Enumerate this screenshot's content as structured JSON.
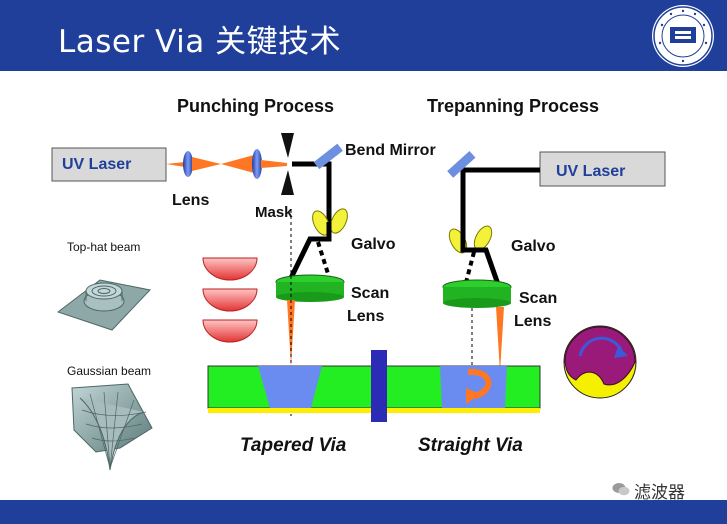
{
  "header": {
    "title": "Laser Via 关键技术"
  },
  "diagram": {
    "punching_title": "Punching Process",
    "trepanning_title": "Trepanning Process",
    "bend_mirror": "Bend Mirror",
    "uv_laser_left": "UV Laser",
    "uv_laser_right": "UV Laser",
    "lens": "Lens",
    "mask": "Mask",
    "galvo_left": "Galvo",
    "galvo_right": "Galvo",
    "scan_lens_left_1": "Scan",
    "scan_lens_left_2": "Lens",
    "scan_lens_right_1": "Scan",
    "scan_lens_right_2": "Lens",
    "tophat_label": "Top-hat beam",
    "gaussian_label": "Gaussian beam",
    "tapered_via": "Tapered Via",
    "straight_via": "Straight Via"
  },
  "watermark": {
    "text": "滤波器"
  },
  "colors": {
    "header_blue": "#1f3f9a",
    "board_green": "#22ee22",
    "via_blue": "#6a8cf0",
    "beam_orange": "#ff7722",
    "galvo_yellow": "#f4f13a"
  }
}
